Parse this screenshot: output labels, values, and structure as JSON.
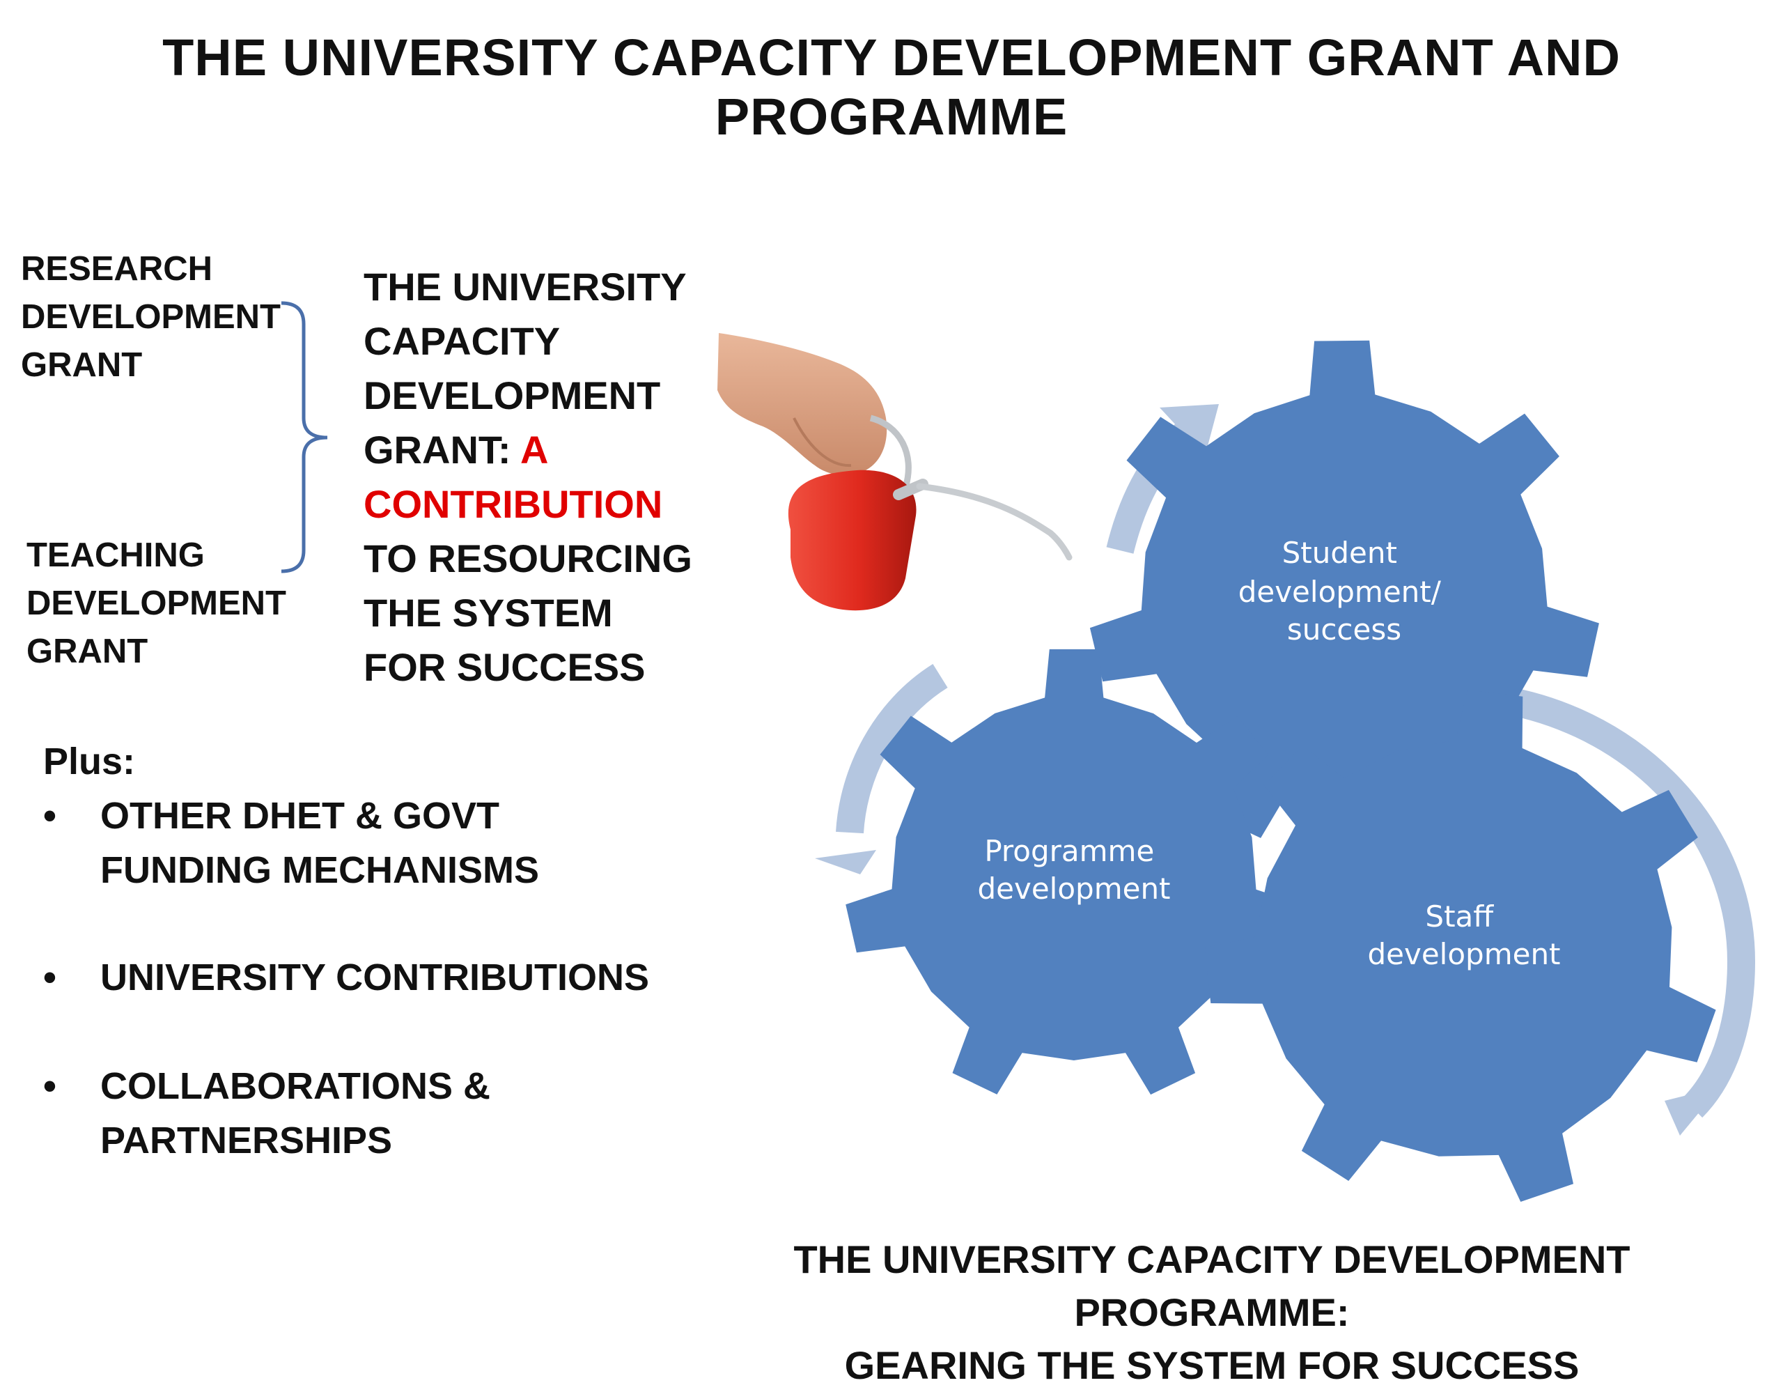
{
  "title": "THE UNIVERSITY CAPACITY DEVELOPMENT GRANT AND PROGRAMME",
  "grants": {
    "research": [
      "RESEARCH",
      "DEVELOPMENT",
      "GRANT"
    ],
    "teaching": [
      "TEACHING",
      "DEVELOPMENT",
      "GRANT"
    ]
  },
  "capacity_grant": {
    "line1": "THE UNIVERSITY",
    "line2": "CAPACITY",
    "line3": "DEVELOPMENT",
    "line4_prefix": "GRANT: ",
    "line4_highlight": "A",
    "line5_highlight": "CONTRIBUTION",
    "line6": "TO RESOURCING",
    "line7": "THE SYSTEM",
    "line8": "FOR SUCCESS",
    "highlight_color": "#e00000"
  },
  "plus": {
    "label": "Plus:",
    "items": [
      {
        "line1": "OTHER DHET & GOVT",
        "line2": "FUNDING MECHANISMS"
      },
      {
        "line1": "UNIVERSITY CONTRIBUTIONS",
        "line2": ""
      },
      {
        "line1": "COLLABORATIONS &",
        "line2": "PARTNERSHIPS"
      }
    ]
  },
  "gears": {
    "student": [
      "Student",
      "development/",
      "success"
    ],
    "programme": [
      "Programme",
      "development"
    ],
    "staff": [
      "Staff",
      "development"
    ],
    "color": "#5281bf",
    "arrow_color": "#b4c6e0"
  },
  "oil_can": {
    "icon": "oil-can-icon",
    "color": "#e02a1e"
  },
  "caption": {
    "line1": "THE UNIVERSITY CAPACITY DEVELOPMENT PROGRAMME:",
    "line2": "GEARING THE SYSTEM FOR SUCCESS"
  }
}
